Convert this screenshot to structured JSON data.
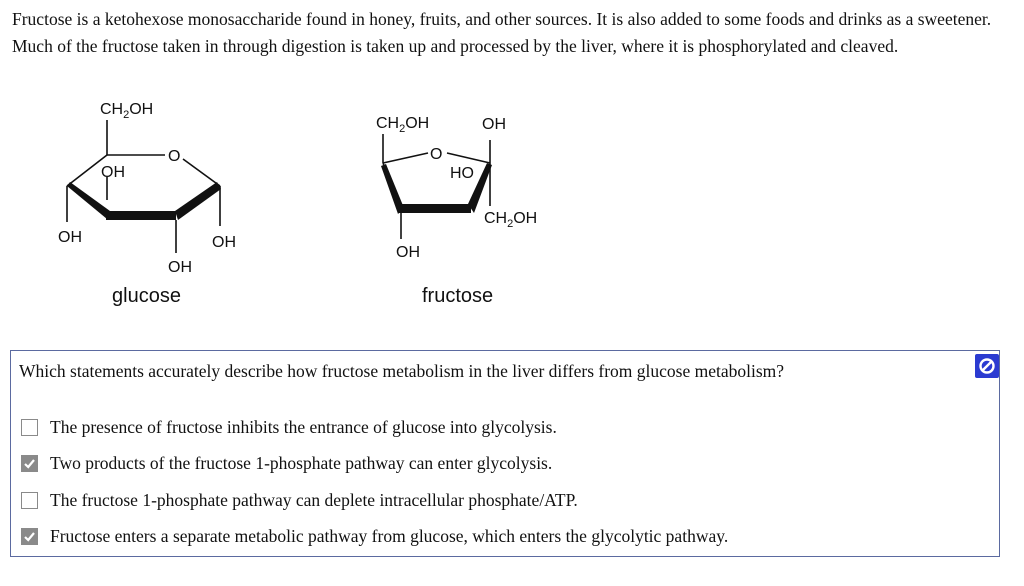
{
  "intro": {
    "text": "Fructose is a ketohexose monosaccharide found in honey, fruits, and other sources. It is also added to some foods and drinks as a sweetener. Much of the fructose taken in through digestion is taken up and processed by the liver, where it is phosphorylated and cleaved."
  },
  "glucose": {
    "ch2oh_main": "CH",
    "ch2oh_sub": "2",
    "ch2oh_tail": "OH",
    "ring_o": "O",
    "oh_c4": "OH",
    "oh_left": "OH",
    "oh_bottom": "OH",
    "oh_right": "OH",
    "caption": "glucose"
  },
  "fructose": {
    "ch2oh_top_main": "CH",
    "ch2oh_top_sub": "2",
    "ch2oh_top_tail": "OH",
    "oh_top": "OH",
    "ring_o": "O",
    "ho": "HO",
    "ch2oh_right_main": "CH",
    "ch2oh_right_sub": "2",
    "ch2oh_right_tail": "OH",
    "oh_bottom": "OH",
    "caption": "fructose"
  },
  "question": {
    "text": "Which statements accurately describe how fructose metabolism in the liver differs from glucose metabolism?",
    "status_icon": "blocked-circle-icon",
    "options": [
      {
        "label": "The presence of fructose inhibits the entrance of glucose into glycolysis.",
        "checked": false
      },
      {
        "label": "Two products of the fructose 1-phosphate pathway can enter glycolysis.",
        "checked": true
      },
      {
        "label": "The fructose 1-phosphate pathway can deplete intracellular phosphate/ATP.",
        "checked": false
      },
      {
        "label": "Fructose enters a separate metabolic pathway from glucose, which enters the glycolytic pathway.",
        "checked": true
      }
    ]
  },
  "colors": {
    "box_border": "#5b6aa0",
    "status_icon_bg": "#2b3bd1",
    "checkbox_checked": "#8a8a8a"
  }
}
